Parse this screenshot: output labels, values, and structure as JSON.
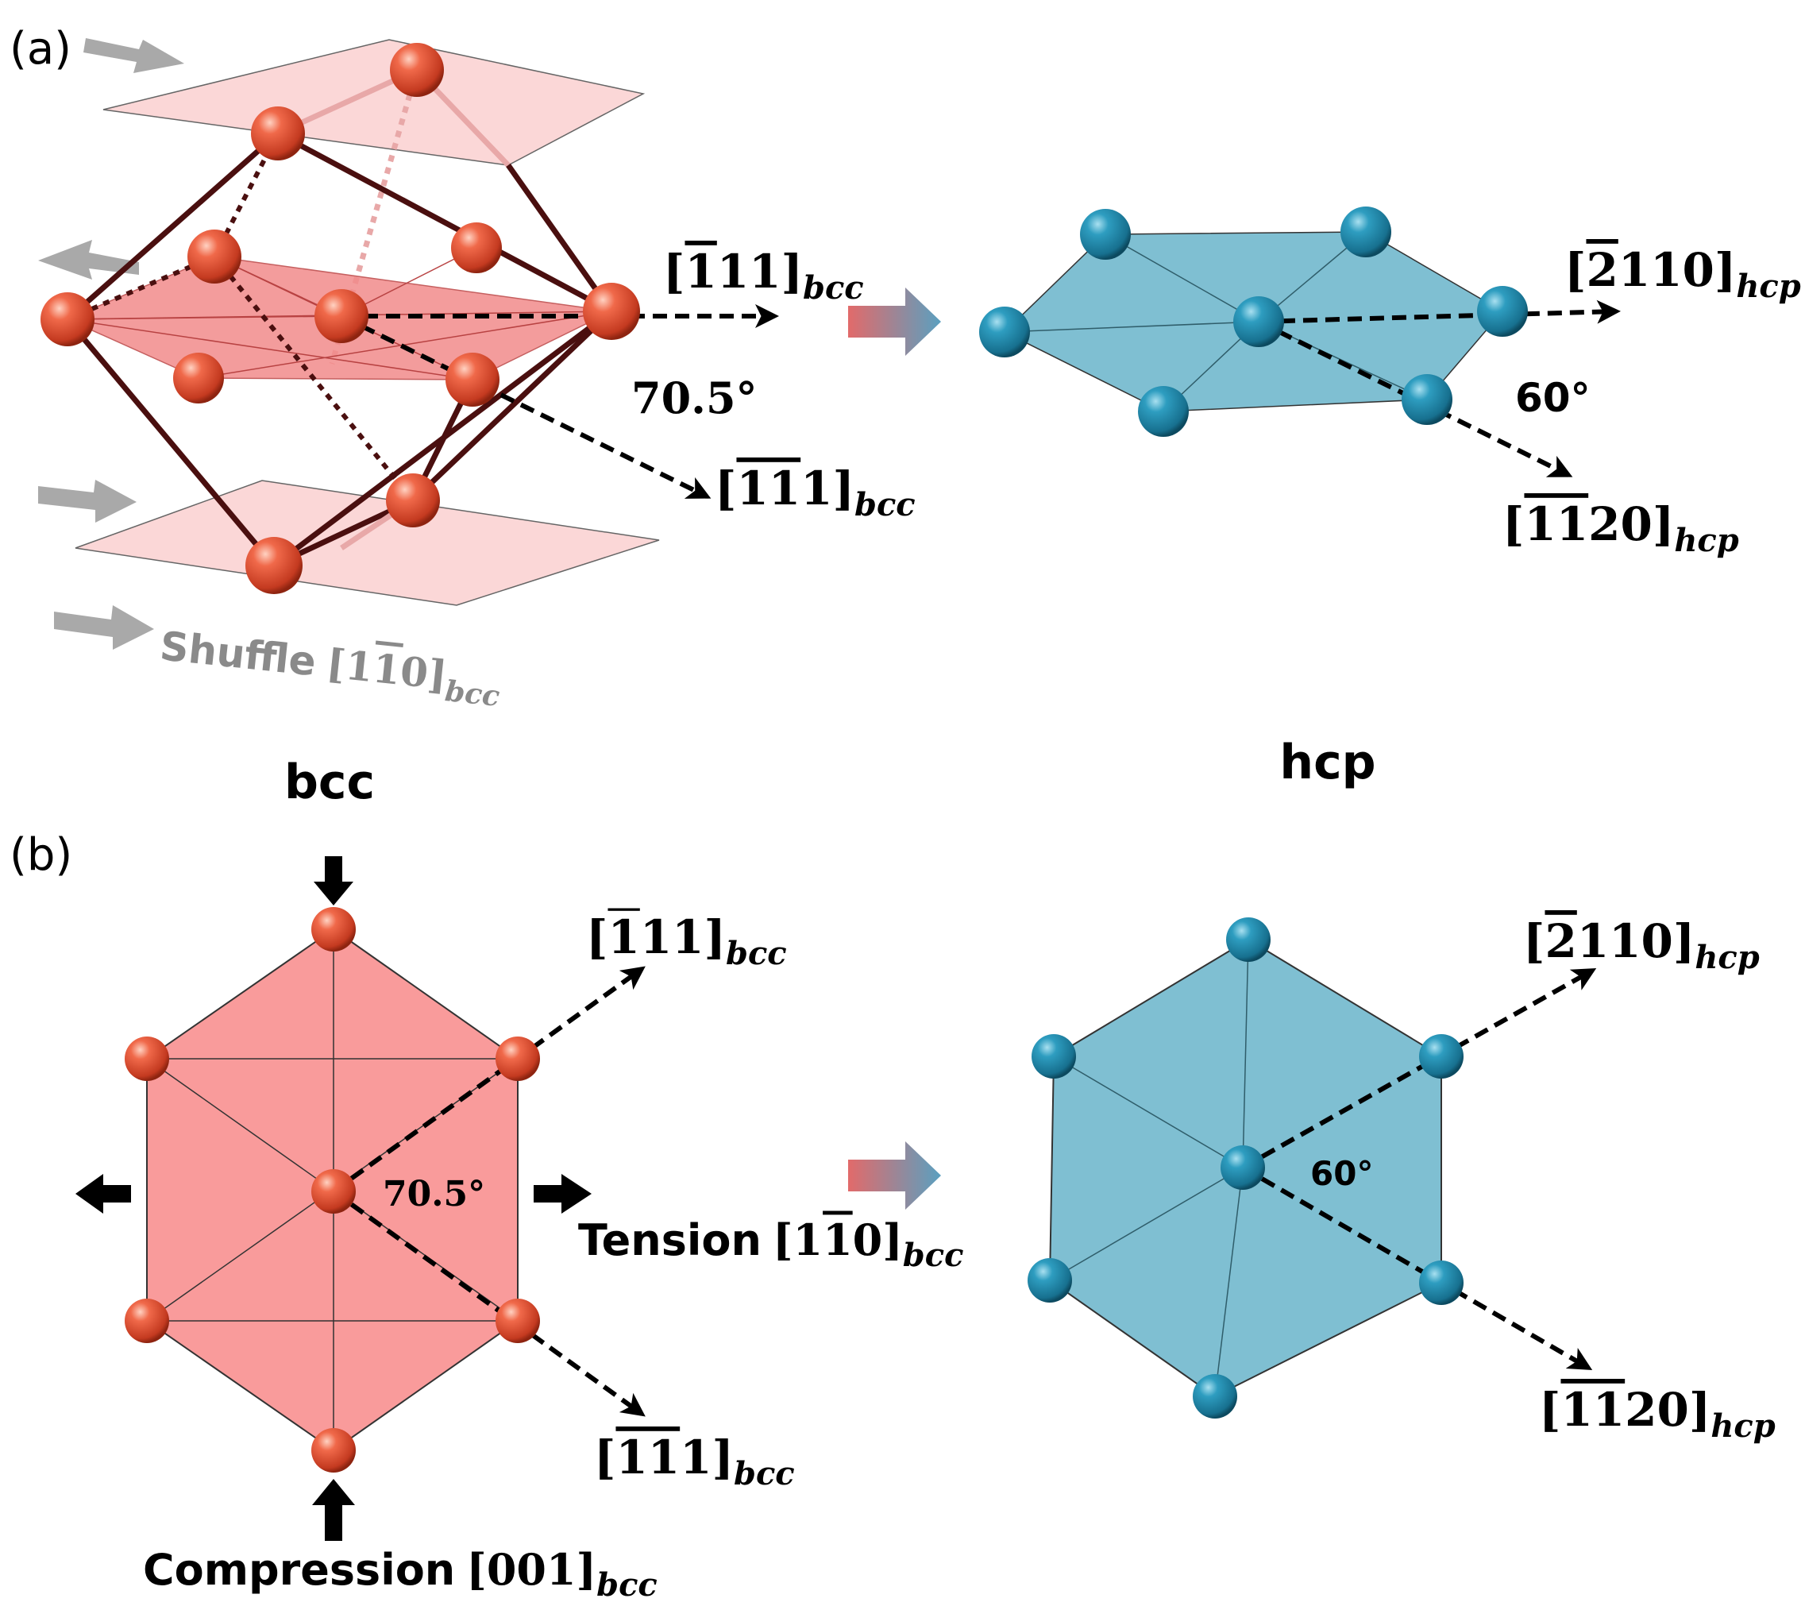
{
  "panels": {
    "a": {
      "label": "(a)"
    },
    "b": {
      "label": "(b)"
    }
  },
  "phases": {
    "bcc": "bcc",
    "hcp": "hcp"
  },
  "a": {
    "dir1": {
      "bar": "1",
      "rest": "11",
      "sub": "bcc"
    },
    "dir2": {
      "bar": "11",
      "rest": "1",
      "sub": "bcc"
    },
    "angle_bcc": "70.5°",
    "hcp_dir1": {
      "bar": "2",
      "rest": "110",
      "sub": "hcp"
    },
    "hcp_dir2": {
      "bar": "11",
      "rest": "20",
      "sub": "hcp"
    },
    "angle_hcp": "60°",
    "shuffle": {
      "word": "Shuffle",
      "lead": "1",
      "bar": "1",
      "rest": "0",
      "sub": "bcc"
    }
  },
  "b": {
    "dir1": {
      "bar": "1",
      "rest": "11",
      "sub": "bcc"
    },
    "dir2": {
      "bar": "11",
      "rest": "1",
      "sub": "bcc"
    },
    "angle_bcc": "70.5°",
    "tension": {
      "word": "Tension",
      "lead": "1",
      "bar": "1",
      "rest": "0",
      "sub": "bcc"
    },
    "compression": {
      "word": "Compression",
      "value": "001",
      "sub": "bcc"
    },
    "hcp_dir1": {
      "bar": "2",
      "rest": "110",
      "sub": "hcp"
    },
    "hcp_dir2": {
      "bar": "11",
      "rest": "20",
      "sub": "hcp"
    },
    "angle_hcp": "60°"
  },
  "colors": {
    "bcc_atom": "#e8553a",
    "hcp_atom": "#2a8fb0",
    "bcc_plane": "#f7a3a3",
    "hcp_plane": "#7fbfd2",
    "cell_edge": "#4a0f0f",
    "shuffle_arrow": "#a9a9a9"
  },
  "icons": {
    "transform_arrow": "gradient-right-arrow-icon"
  }
}
